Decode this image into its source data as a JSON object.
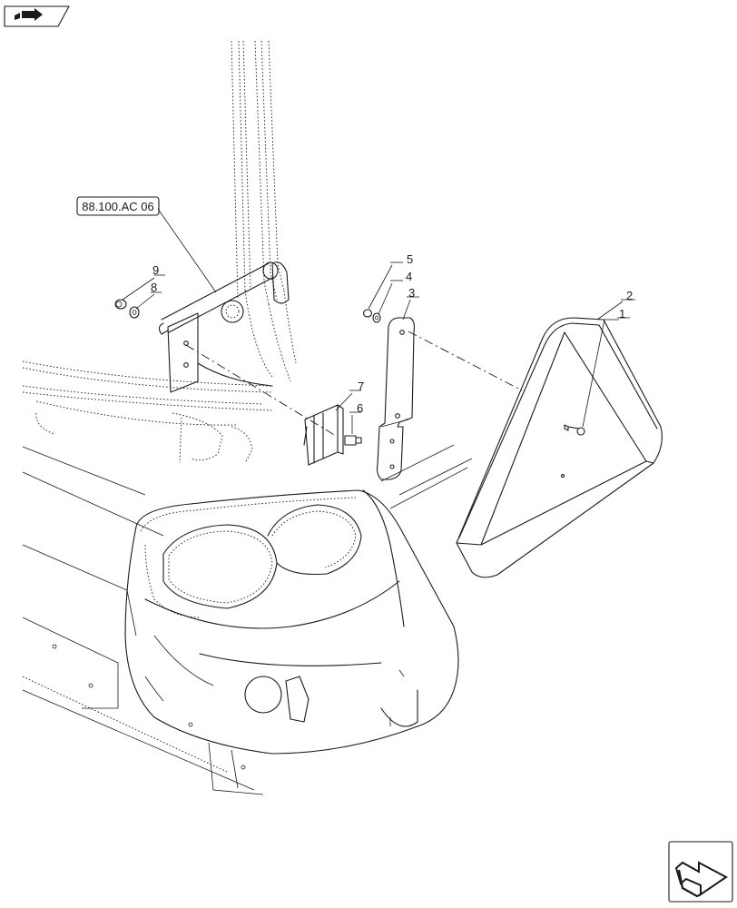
{
  "reference_label": "88.100.AC 06",
  "callouts": {
    "c1": "1",
    "c2": "2",
    "c3": "3",
    "c4": "4",
    "c5": "5",
    "c6": "6",
    "c7": "7",
    "c8": "8",
    "c9": "9"
  },
  "icons": {
    "top_left": "book-arrow-icon",
    "bottom_right": "next-page-arrow-icon"
  }
}
